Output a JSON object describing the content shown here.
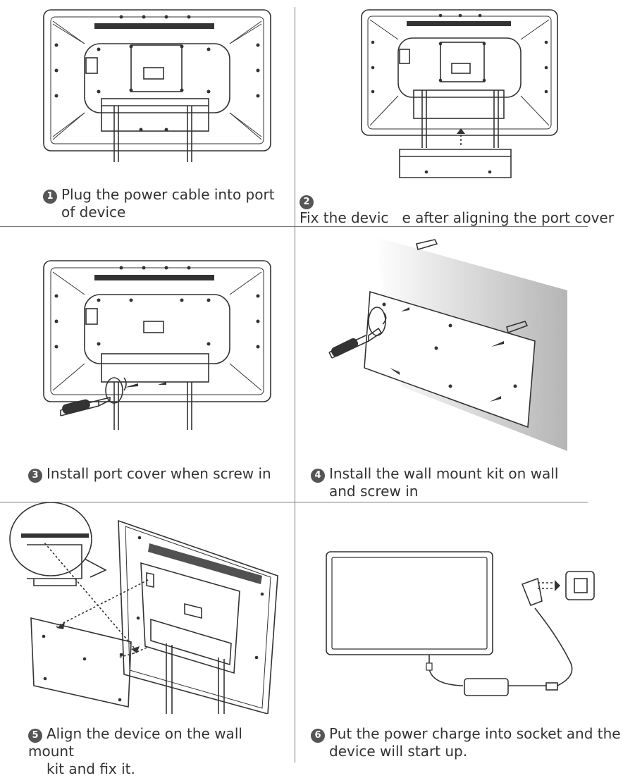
{
  "steps": [
    {
      "number": "1",
      "line1": "Plug the power cable into port",
      "line2": "of device"
    },
    {
      "number": "2",
      "line1": "Fix the devic   e after aligning the port cover",
      "line2": ""
    },
    {
      "number": "3",
      "line1": "Install port cover when screw in",
      "line2": ""
    },
    {
      "number": "4",
      "line1": "Install the wall mount kit on wall",
      "line2": "and screw in"
    },
    {
      "number": "5",
      "line1": "Align the device on the wall mount",
      "line2": "kit and fix it."
    },
    {
      "number": "6",
      "line1": "Put the power charge into socket and the",
      "line2": "device will start up."
    }
  ]
}
